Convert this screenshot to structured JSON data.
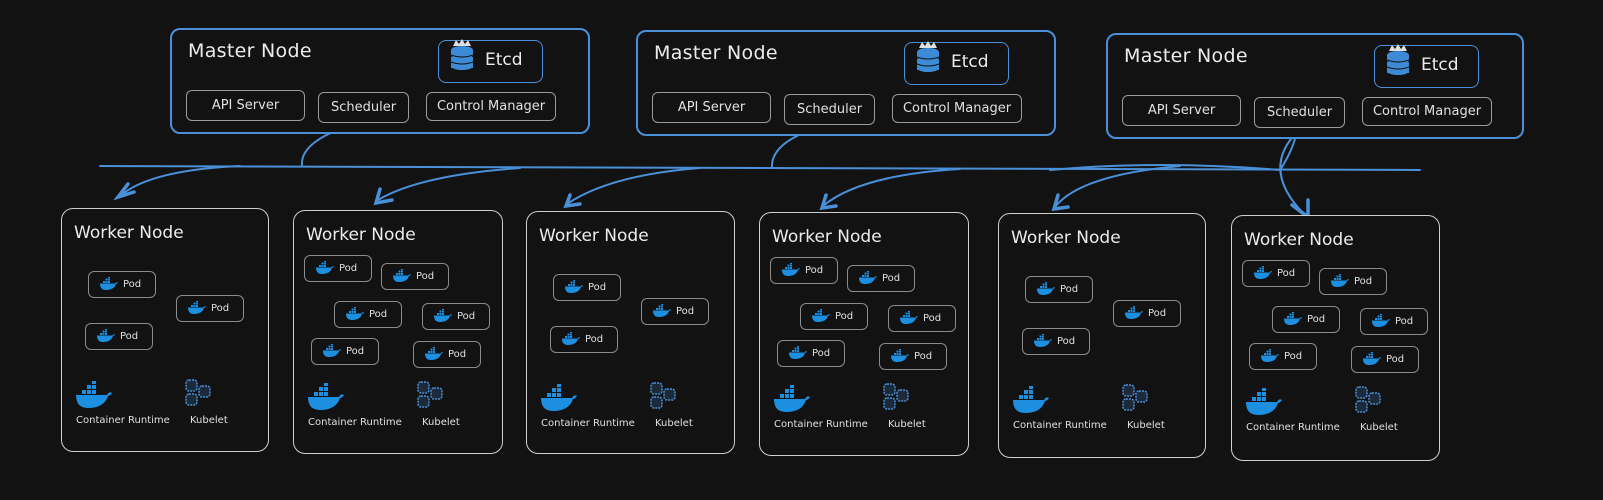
{
  "colors": {
    "background": "#121212",
    "master_border": "#4a90d9",
    "worker_border": "#cfcfcf",
    "arrow": "#4a90d9",
    "docker_blue": "#1d8fe0",
    "etcd_blue": "#3d8bd6"
  },
  "masters": [
    {
      "title": "Master Node",
      "etcd": "Etcd",
      "components": [
        "API Server",
        "Scheduler",
        "Control Manager"
      ]
    },
    {
      "title": "Master Node",
      "etcd": "Etcd",
      "components": [
        "API Server",
        "Scheduler",
        "Control Manager"
      ]
    },
    {
      "title": "Master Node",
      "etcd": "Etcd",
      "components": [
        "API Server",
        "Scheduler",
        "Control Manager"
      ]
    }
  ],
  "workers": [
    {
      "title": "Worker Node",
      "pod_count": 3,
      "pod_label": "Pod",
      "runtime": "Container Runtime",
      "kubelet": "Kubelet"
    },
    {
      "title": "Worker Node",
      "pod_count": 6,
      "pod_label": "Pod",
      "runtime": "Container Runtime",
      "kubelet": "Kubelet"
    },
    {
      "title": "Worker Node",
      "pod_count": 3,
      "pod_label": "Pod",
      "runtime": "Container Runtime",
      "kubelet": "Kubelet"
    },
    {
      "title": "Worker Node",
      "pod_count": 6,
      "pod_label": "Pod",
      "runtime": "Container Runtime",
      "kubelet": "Kubelet"
    },
    {
      "title": "Worker Node",
      "pod_count": 3,
      "pod_label": "Pod",
      "runtime": "Container Runtime",
      "kubelet": "Kubelet"
    },
    {
      "title": "Worker Node",
      "pod_count": 6,
      "pod_label": "Pod",
      "runtime": "Container Runtime",
      "kubelet": "Kubelet"
    }
  ]
}
